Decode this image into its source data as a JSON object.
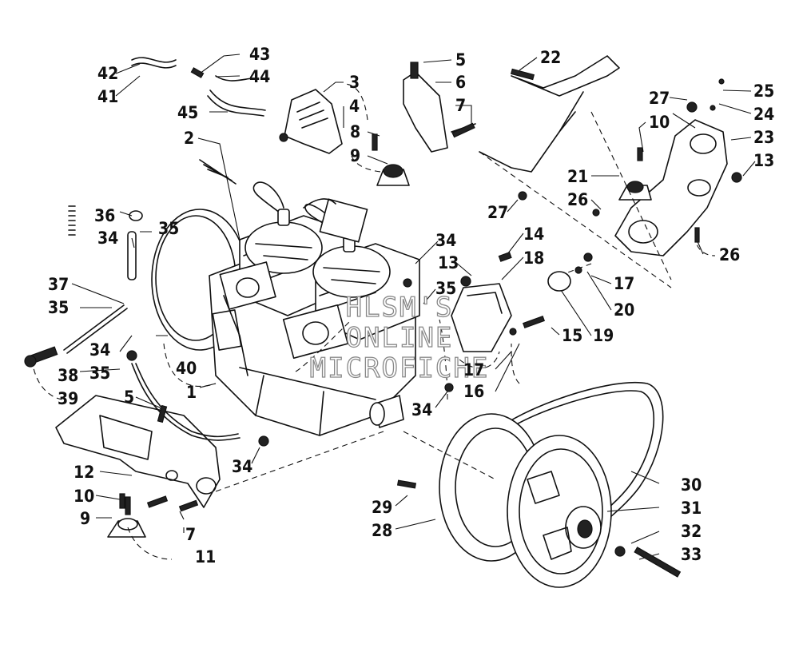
{
  "watermark": {
    "line1": "HLSM'S",
    "line2": "ONLINE",
    "line3": "MICROFICHE"
  },
  "callouts": {
    "c1": "1",
    "c2": "2",
    "c3": "3",
    "c4": "4",
    "c5a": "5",
    "c5b": "5",
    "c6": "6",
    "c7a": "7",
    "c7b": "7",
    "c8": "8",
    "c9a": "9",
    "c9b": "9",
    "c10a": "10",
    "c10b": "10",
    "c11": "11",
    "c12": "12",
    "c13a": "13",
    "c13b": "13",
    "c14": "14",
    "c15": "15",
    "c16": "16",
    "c17a": "17",
    "c17b": "17",
    "c18": "18",
    "c19": "19",
    "c20": "20",
    "c21": "21",
    "c22": "22",
    "c23": "23",
    "c24": "24",
    "c25": "25",
    "c26a": "26",
    "c26b": "26",
    "c27a": "27",
    "c27b": "27",
    "c28": "28",
    "c29": "29",
    "c30": "30",
    "c31": "31",
    "c32": "32",
    "c33": "33",
    "c34a": "34",
    "c34b": "34",
    "c34c": "34",
    "c34d": "34",
    "c34e": "34",
    "c35a": "35",
    "c35b": "35",
    "c35c": "35",
    "c35d": "35",
    "c36": "36",
    "c37": "37",
    "c38": "38",
    "c39": "39",
    "c40": "40",
    "c41": "41",
    "c42": "42",
    "c43": "43",
    "c44": "44",
    "c45": "45"
  }
}
